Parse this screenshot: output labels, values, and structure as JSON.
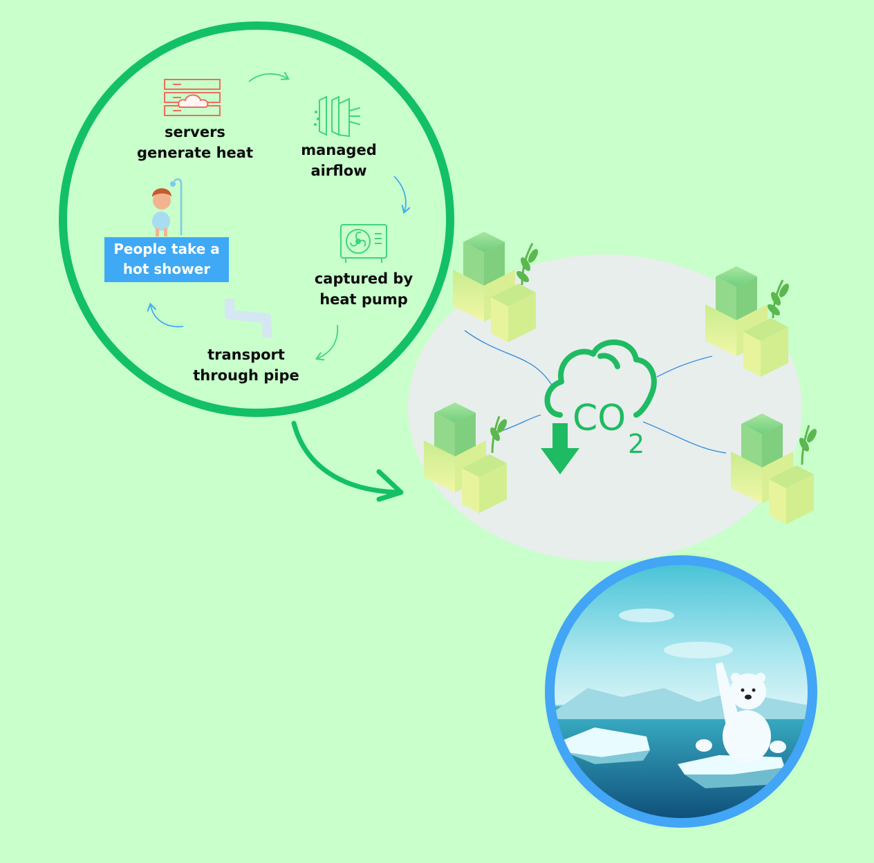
{
  "cycle": {
    "servers_line1": "servers",
    "servers_line2": "generate heat",
    "airflow_line1": "managed",
    "airflow_line2": "airflow",
    "pump_line1": "captured by",
    "pump_line2": "heat pump",
    "transport_line1": "transport",
    "transport_line2": "through pipe",
    "shower_line1": "People take a",
    "shower_line2": "hot shower"
  },
  "co2": {
    "text": "CO",
    "subscript": "2"
  },
  "icons": [
    "server-rack-icon",
    "airflow-filter-icon",
    "heat-pump-icon",
    "pipe-icon",
    "shower-person-icon",
    "co2-cloud-icon",
    "down-arrow-icon",
    "building-icon",
    "plant-icon",
    "polar-bear-icon"
  ],
  "colors": {
    "background": "#c8ffcb",
    "cycle_ring": "#13c067",
    "arrow_green": "#3fd47a",
    "arrow_blue": "#3fa9f5",
    "server_red": "#f26b5b",
    "co2_green": "#1fbb62",
    "shower_box": "#3fa9f5",
    "city_blob": "#e8eeec",
    "ice_ring": "#42a5f5"
  }
}
